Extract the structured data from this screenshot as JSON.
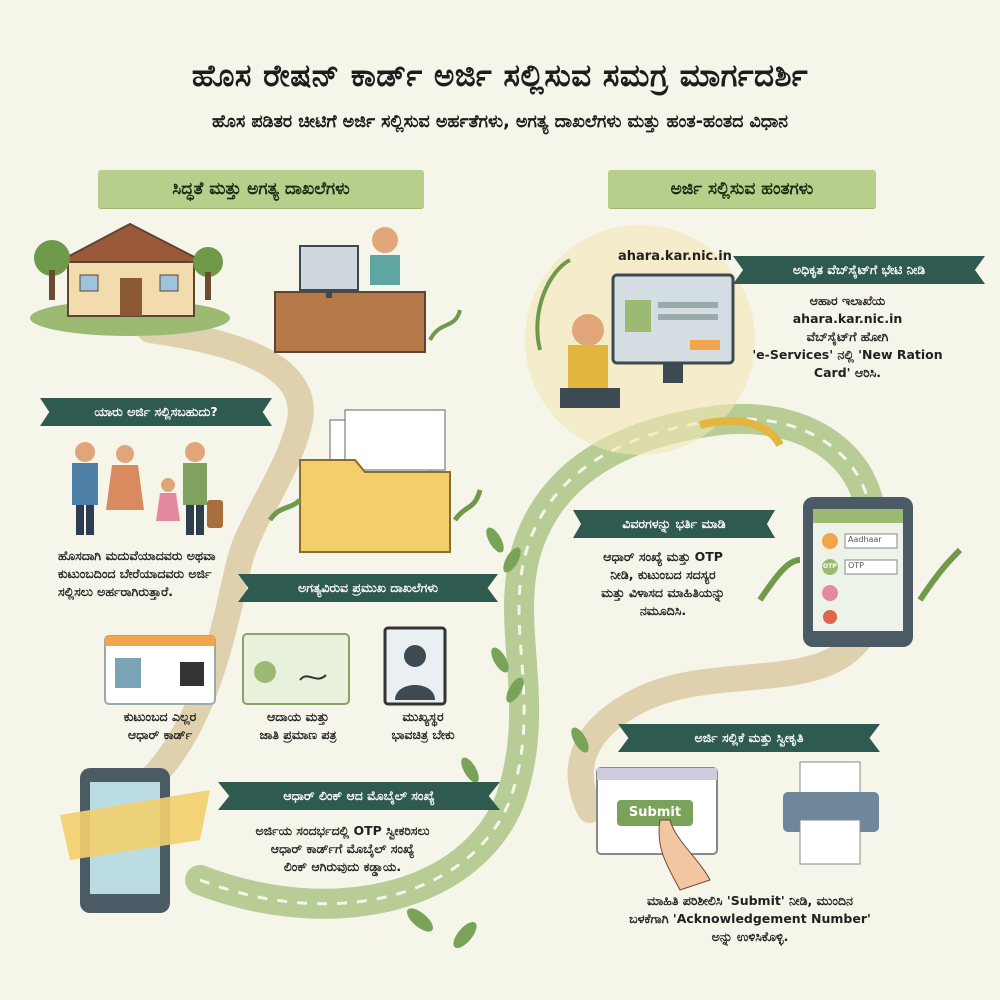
{
  "header": {
    "title": "ಹೊಸ ರೇಷನ್ ಕಾರ್ಡ್ ಅರ್ಜಿ ಸಲ್ಲಿಸುವ ಸಮಗ್ರ ಮಾರ್ಗದರ್ಶಿ",
    "subtitle": "ಹೊಸ ಪಡಿತರ ಚೀಟಿಗೆ ಅರ್ಜಿ ಸಲ್ಲಿಸುವ ಅರ್ಹತೆಗಳು, ಅಗತ್ಯ ದಾಖಲೆಗಳು ಮತ್ತು ಹಂತ-ಹಂತದ ವಿಧಾನ"
  },
  "left": {
    "section_title": "ಸಿದ್ಧತೆ ಮತ್ತು ಅಗತ್ಯ ದಾಖಲೆಗಳು",
    "eligibility": {
      "label": "ಯಾರು ಅರ್ಜಿ ಸಲ್ಲಿಸಬಹುದು?",
      "text_line1": "ಹೊಸದಾಗಿ ಮದುವೆಯಾದವರು ಅಥವಾ",
      "text_line2": "ಕುಟುಂಬದಿಂದ ಬೇರೆಯಾದವರು ಅರ್ಜಿ",
      "text_line3": "ಸಲ್ಲಿಸಲು ಅರ್ಹರಾಗಿರುತ್ತಾರೆ."
    },
    "documents": {
      "label": "ಅಗತ್ಯವಿರುವ ಪ್ರಮುಖ ದಾಖಲೆಗಳು",
      "aadhaar_line1": "ಕುಟುಂಬದ ಎಲ್ಲರ",
      "aadhaar_line2": "ಆಧಾರ್ ಕಾರ್ಡ್",
      "income_line1": "ಆದಾಯ ಮತ್ತು",
      "income_line2": "ಜಾತಿ ಪ್ರಮಾಣ ಪತ್ರ",
      "photo_line1": "ಮುಖ್ಯಸ್ಥರ",
      "photo_line2": "ಭಾವಚಿತ್ರ ಬೇಕು"
    },
    "mobile": {
      "label": "ಆಧಾರ್ ಲಿಂಕ್ ಆದ ಮೊಬೈಲ್ ಸಂಖ್ಯೆ",
      "text_line1": "ಅರ್ಜಿಯ ಸಂದರ್ಭದಲ್ಲಿ OTP ಸ್ವೀಕರಿಸಲು",
      "text_line2": "ಆಧಾರ್ ಕಾರ್ಡ್‌ಗೆ ಮೊಬೈಲ್ ಸಂಖ್ಯೆ",
      "text_line3": "ಲಿಂಕ್ ಆಗಿರುವುದು ಕಡ್ಡಾಯ."
    }
  },
  "right": {
    "section_title": "ಅರ್ಜಿ ಸಲ್ಲಿಸುವ ಹಂತಗಳು",
    "step1": {
      "url": "ahara.kar.nic.in",
      "label": "ಅಧಿಕೃತ ವೆಬ್‌ಸೈಟ್‌ಗೆ ಭೇಟಿ ನೀಡಿ",
      "text_line1": "ಆಹಾರ ಇಲಾಖೆಯ",
      "text_line2": "ahara.kar.nic.in",
      "text_line3": "ವೆಬ್‌ಸೈಟ್‌ಗೆ ಹೋಗಿ",
      "text_line4": "'e-Services' ನಲ್ಲಿ 'New Ration",
      "text_line5": "Card' ಆರಿಸಿ."
    },
    "step2": {
      "label": "ವಿವರಗಳನ್ನು ಭರ್ತಿ ಮಾಡಿ",
      "field_aadhaar": "Aadhaar",
      "field_otp": "OTP",
      "otp_chip": "OTP",
      "text_line1": "ಆಧಾರ್ ಸಂಖ್ಯೆ ಮತ್ತು OTP",
      "text_line2": "ನೀಡಿ, ಕುಟುಂಬದ ಸದಸ್ಯರ",
      "text_line3": "ಮತ್ತು ವಿಳಾಸದ ಮಾಹಿತಿಯನ್ನು",
      "text_line4": "ನಮೂದಿಸಿ."
    },
    "step3": {
      "label": "ಅರ್ಜಿ ಸಲ್ಲಿಕೆ ಮತ್ತು ಸ್ವೀಕೃತಿ",
      "submit_button": "Submit",
      "text_line1": "ಮಾಹಿತಿ ಪರಿಶೀಲಿಸಿ 'Submit' ನೀಡಿ, ಮುಂದಿನ",
      "text_line2": "ಬಳಕೆಗಾಗಿ 'Acknowledgement Number'",
      "text_line3": "ಅನ್ನು ಉಳಿಸಿಕೊಳ್ಳಿ."
    }
  },
  "colors": {
    "background": "#f6f5ea",
    "section_green": "#b8cf8c",
    "ribbon_teal": "#2f5a50",
    "path_green": "#9dba73",
    "path_tan": "#d8c49a",
    "folder_yellow": "#f2cf6b",
    "button_green": "#7aa35a"
  },
  "icons": [
    "house-icon",
    "office-worker-icon",
    "family-icon",
    "folder-icon",
    "aadhaar-card-icon",
    "certificate-card-icon",
    "photo-icon",
    "mobile-phone-icon",
    "computer-user-icon",
    "tablet-form-icon",
    "submit-button-icon",
    "printer-icon",
    "leaf-icon"
  ]
}
